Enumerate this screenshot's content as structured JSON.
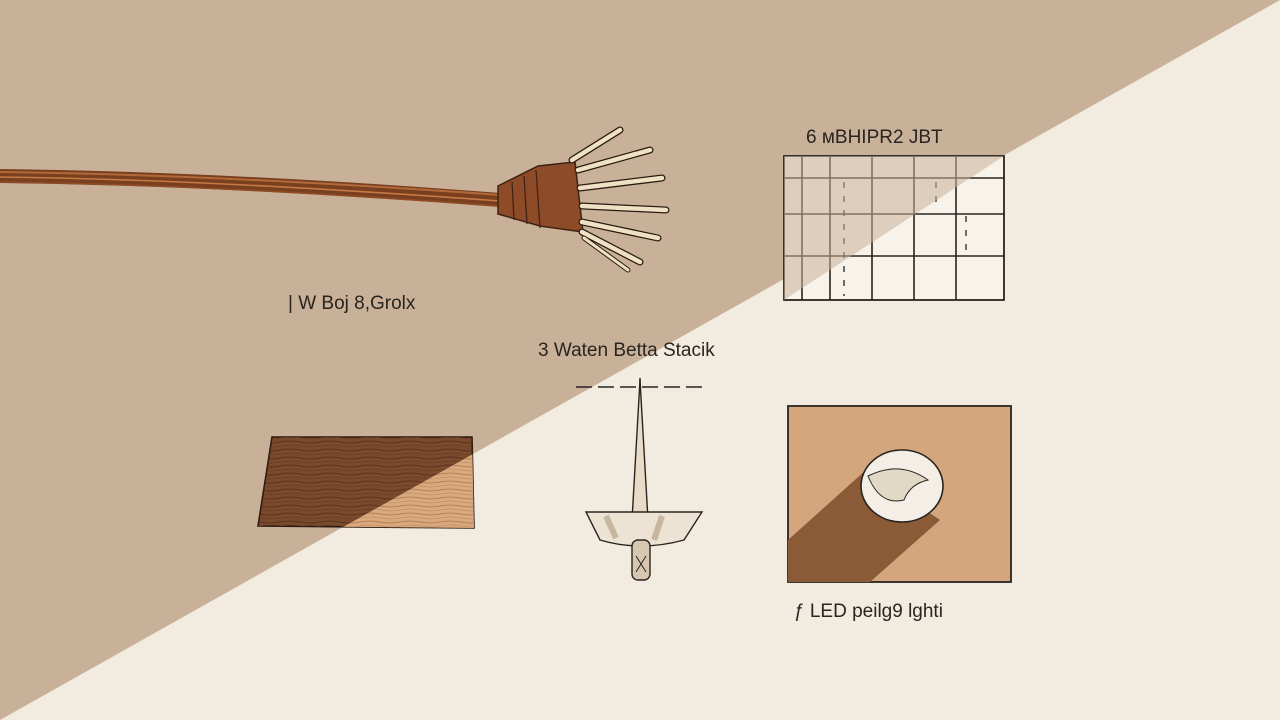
{
  "labels": {
    "fiber": "&#8216;| W Boj 8,Grolx",
    "ceiling_grid": "6 мBHIPR2 JBT",
    "stack": "3 Waten Betta Stacik",
    "led": "ƒ LED peilg9 lghti"
  },
  "colors": {
    "background_dark": "#c8b198",
    "background_light": "#f2ebdf",
    "ink": "#2a2420",
    "copper": "#a0522d",
    "wood_dark": "#7a4a2c",
    "wood_light": "#d9a87c",
    "tile_tan": "#d4a67e",
    "shadow_brown": "#8b5a36"
  },
  "icons": [
    "fiber-bundle-icon",
    "ceiling-grid-icon",
    "wood-panel-icon",
    "stack-icon",
    "led-light-icon"
  ]
}
